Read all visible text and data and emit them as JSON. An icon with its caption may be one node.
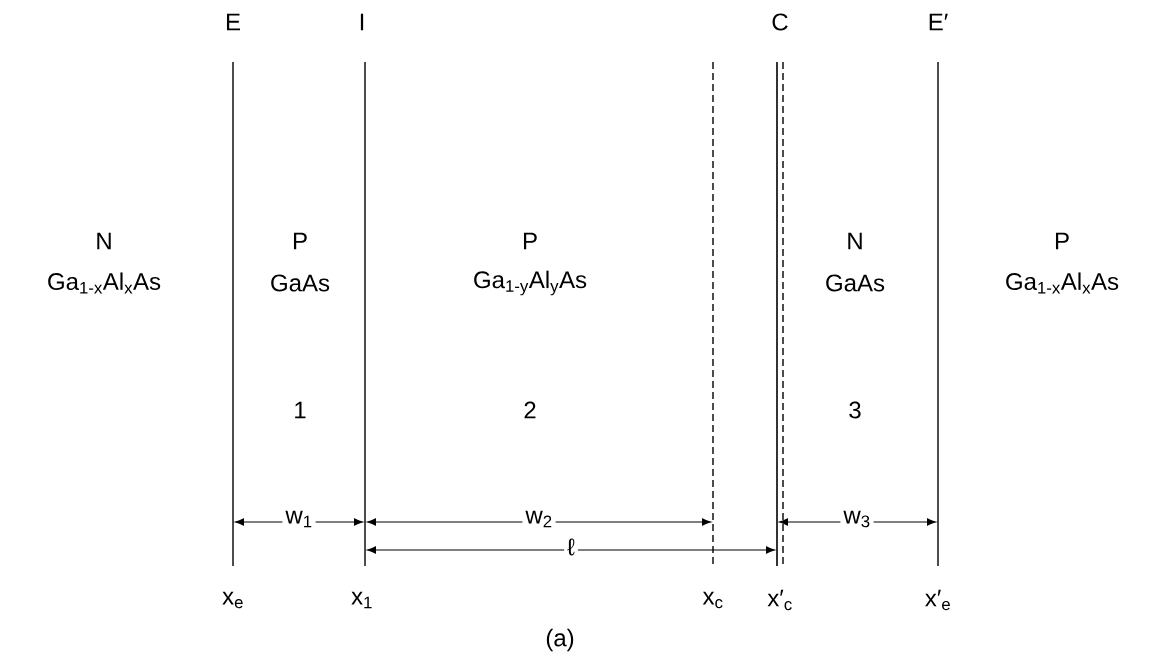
{
  "diagram": {
    "caption": "(a)",
    "labels": [
      "E",
      "I",
      "C",
      "E′",
      "N",
      "P",
      "P",
      "N",
      "P",
      "Ga$_{1-x}$Al$_{x}$As",
      "GaAs",
      "Ga$_{1-y}$Al$_{y}$As",
      "GaAs",
      "Ga$_{1-x}$Al$_{x}$As",
      "1",
      "2",
      "3",
      "w$_{1}$",
      "w$_{2}$",
      "w$_{3}$",
      "ℓ",
      "x$_{e}$",
      "x$_{1}$",
      "x$_{c}$",
      "x′$_{c}$",
      "x′$_{e}$"
    ]
  }
}
